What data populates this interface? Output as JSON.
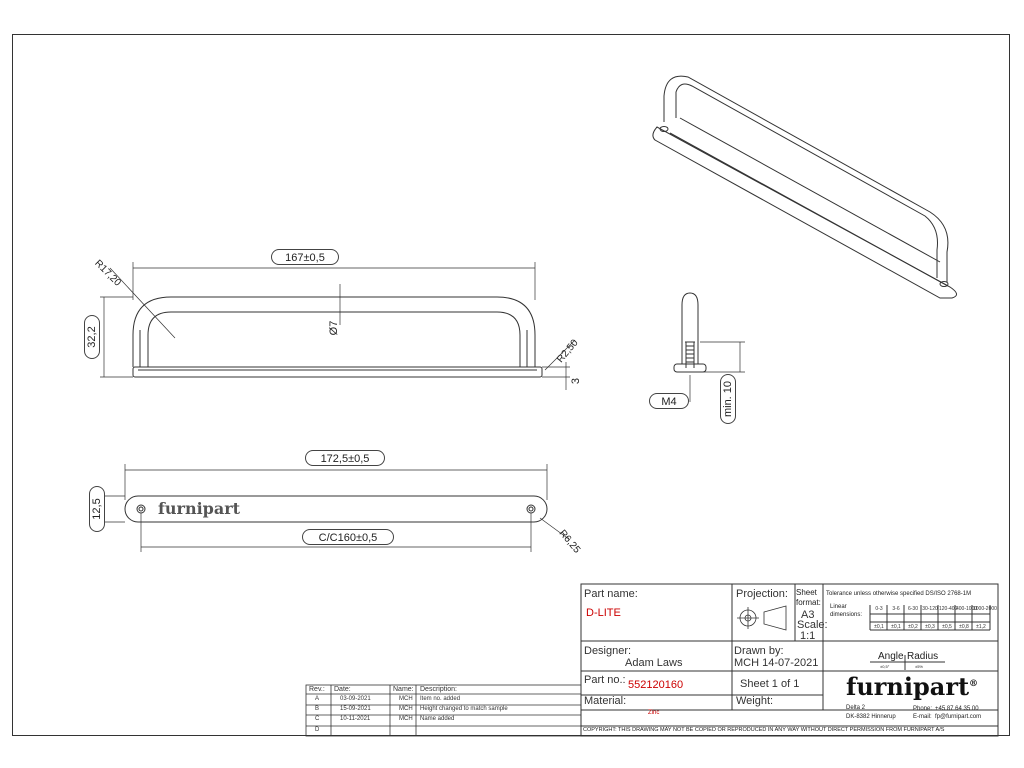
{
  "dimensions": {
    "length_top": "167±0,5",
    "radius_top": "R17,20",
    "height": "32,2",
    "diameter": "Ø7",
    "radius_base": "R2,50",
    "base_thickness": "3",
    "thread": "M4",
    "min_depth": "min. 10",
    "length_base": "172,5±0,5",
    "width_base": "12,5",
    "centers": "C/C160±0,5",
    "radius_end": "R6,25"
  },
  "logo_on_part": "furnipart",
  "title_block": {
    "part_name_label": "Part name:",
    "part_name": "D-LITE",
    "projection_label": "Projection:",
    "sheet_format_label": "Sheet format:",
    "sheet_format": "A3",
    "scale_label": "Scale:",
    "scale": "1:1",
    "tolerance_title": "Tolerance unless otherwise specified DS/ISO 2768-1M",
    "linear_label": "Linear dimensions:",
    "tol_ranges": [
      "0-3",
      "3-6",
      "6-30",
      "30-120",
      "120-400",
      "400-1000",
      "1000-2000"
    ],
    "tol_values": [
      "±0,1",
      "±0,1",
      "±0,2",
      "±0,3",
      "±0,5",
      "±0,8",
      "±1,2"
    ],
    "designer_label": "Designer:",
    "designer": "Adam Laws",
    "drawn_by_label": "Drawn by:",
    "drawn_by": "MCH 14-07-2021",
    "angle_label": "Angle",
    "radius_label": "Radius",
    "angle_tol": "±0,5°",
    "radius_tol": "±5%",
    "part_no_label": "Part no.:",
    "part_no": "552120160",
    "sheet_info": "Sheet 1 of 1",
    "material_label": "Material:",
    "material": "Zinc",
    "weight_label": "Weight:",
    "company": "furnipart",
    "address_line1": "Delta 2",
    "address_line2": "DK-8382 Hinnerup",
    "phone_label": "Phone:",
    "phone": "+45 87 64 35 00",
    "email_label": "E-mail:",
    "email": "fp@furnipart.com",
    "copyright": "COPYRIGHT: THIS DRAWING MAY NOT BE COPIED OR REPRODUCED IN ANY WAY WITHOUT DIRECT PERMISSION FROM FURNIPART A/S"
  },
  "revisions": {
    "headers": [
      "Rev.:",
      "Date:",
      "Name:",
      "Description:"
    ],
    "rows": [
      [
        "A",
        "03-09-2021",
        "MCH",
        "Item no. added"
      ],
      [
        "B",
        "15-09-2021",
        "MCH",
        "Height changed to match sample"
      ],
      [
        "C",
        "10-11-2021",
        "MCH",
        "Name added"
      ],
      [
        "D",
        "",
        "",
        ""
      ]
    ]
  }
}
